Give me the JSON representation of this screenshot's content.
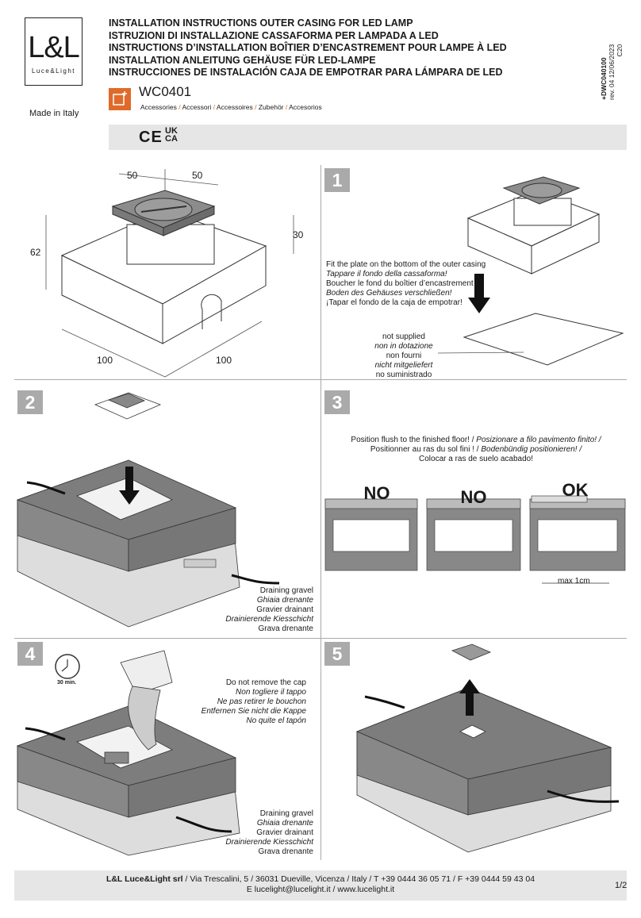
{
  "brand": {
    "logo_big": "L&L",
    "logo_small": "Luce&Light",
    "made_in": "Made in Italy"
  },
  "titles": [
    "INSTALLATION INSTRUCTIONS OUTER CASING FOR LED LAMP",
    "ISTRUZIONI DI INSTALLAZIONE CASSAFORMA PER LAMPADA A LED",
    "INSTRUCTIONS D’INSTALLATION BOÎTIER D’ENCASTREMENT POUR LAMPE À LED",
    "INSTALLATION ANLEITUNG GEHÄUSE FÜR LED-LAMPE",
    "INSTRUCCIONES DE INSTALACIÓN CAJA DE EMPOTRAR PARA LÁMPARA DE LED"
  ],
  "doc_ref": {
    "code": "+DWC040100",
    "rev": "rev. 04 12/06/2023",
    "extra": "C20"
  },
  "product": {
    "code": "WC0401",
    "categories": [
      "Accessories",
      "Accessori",
      "Accessoires",
      "Zubehör",
      "Accesorios"
    ]
  },
  "certs": {
    "ce": "CE",
    "ukca_1": "UK",
    "ukca_2": "CA"
  },
  "dimensions": {
    "w1": "50",
    "w2": "50",
    "height": "62",
    "depth": "30",
    "l1": "100",
    "l2": "100"
  },
  "step1": {
    "num": "1",
    "text": [
      "Fit the plate on the bottom of the outer casing",
      "Tappare il fondo della cassaforma!",
      "Boucher le fond du boîtier d’encastrement !",
      "Boden des Gehäuses verschließen!",
      "¡Tapar el fondo de la caja de empotrar!"
    ],
    "not_supplied": [
      "not supplied",
      "non in dotazione",
      "non fourni",
      "nicht mitgeliefert",
      "no suministrado"
    ]
  },
  "step2": {
    "num": "2",
    "gravel": [
      "Draining gravel",
      "Ghiaia drenante",
      "Gravier drainant",
      "Drainierende Kiesschicht",
      "Grava drenante"
    ]
  },
  "step3": {
    "num": "3",
    "text_1": "Position flush to the finished floor! / ",
    "text_1b": "Posizionare a filo pavimento finito! /",
    "text_2": "Positionner au ras du sol fini ! / ",
    "text_2b": "Bodenbündig positionieren! /",
    "text_3": "Colocar a ras de suelo acabado!",
    "labels": [
      "NO",
      "NO",
      "OK"
    ],
    "max": "max 1cm"
  },
  "step4": {
    "num": "4",
    "time": "30 min.",
    "cap": [
      "Do not remove the cap",
      "Non togliere il tappo",
      "Ne pas retirer le bouchon",
      "Entfernen Sie nicht die Kappe",
      "No quite el tapón"
    ],
    "gravel": [
      "Draining gravel",
      "Ghiaia drenante",
      "Gravier drainant",
      "Drainierende Kiesschicht",
      "Grava drenante"
    ]
  },
  "step5": {
    "num": "5"
  },
  "footer": {
    "company": "L&L Luce&Light srl",
    "address": " / Via Trescalini, 5 / 36031 Dueville, Vicenza / Italy / T +39 0444 36 05 71 / F +39 0444 59 43 04",
    "line2": "E lucelight@lucelight.it / www.lucelight.it",
    "page": "1/2"
  }
}
